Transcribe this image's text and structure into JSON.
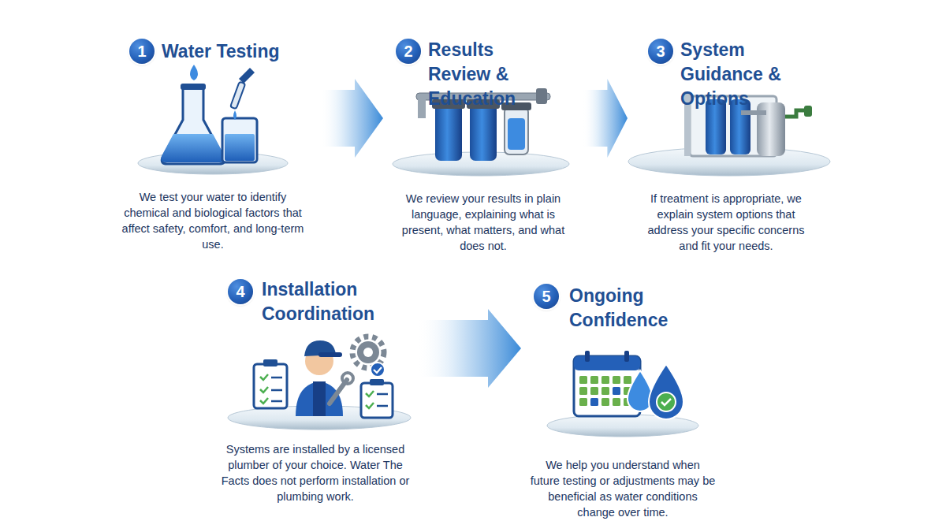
{
  "diagram": {
    "nodes": [
      {
        "text": [
          "Water Testing",
          "We test your water to identify chemical and biological factors that affect safety, comfort, and long-term use."
        ]
      },
      {
        "text": [
          "1"
        ],
        "in": 0
      },
      {
        "text": [
          "Results Review & Education",
          "We review your results in plain language, explaining what is present, what matters, and what does not."
        ]
      },
      {
        "text": [
          "2"
        ],
        "in": 2
      },
      {
        "text": [
          "System Guidance & Options",
          "If treatment is appropriate, we explain system options that address your specific concerns and fit your needs."
        ]
      },
      {
        "text": [
          "3"
        ],
        "in": 4
      },
      {
        "text": [
          "Installation Coordination",
          "Systems are installed by a licensed plumber of your choice. Water The Facts does not perform installation or plumbing work."
        ]
      },
      {
        "text": [
          "4"
        ],
        "in": 6
      },
      {
        "text": [
          "Ongoing Confidence",
          "We help you understand when future testing or adjustments may be beneficial as water conditions change over time."
        ]
      },
      {
        "text": [
          "5"
        ],
        "in": 8
      }
    ],
    "edges": [
      {
        "from": 0,
        "to": 2,
        "arrow": "to"
      },
      {
        "from": 2,
        "to": 4,
        "arrow": "to"
      },
      {
        "from": 6,
        "to": 8,
        "arrow": "to"
      }
    ]
  }
}
